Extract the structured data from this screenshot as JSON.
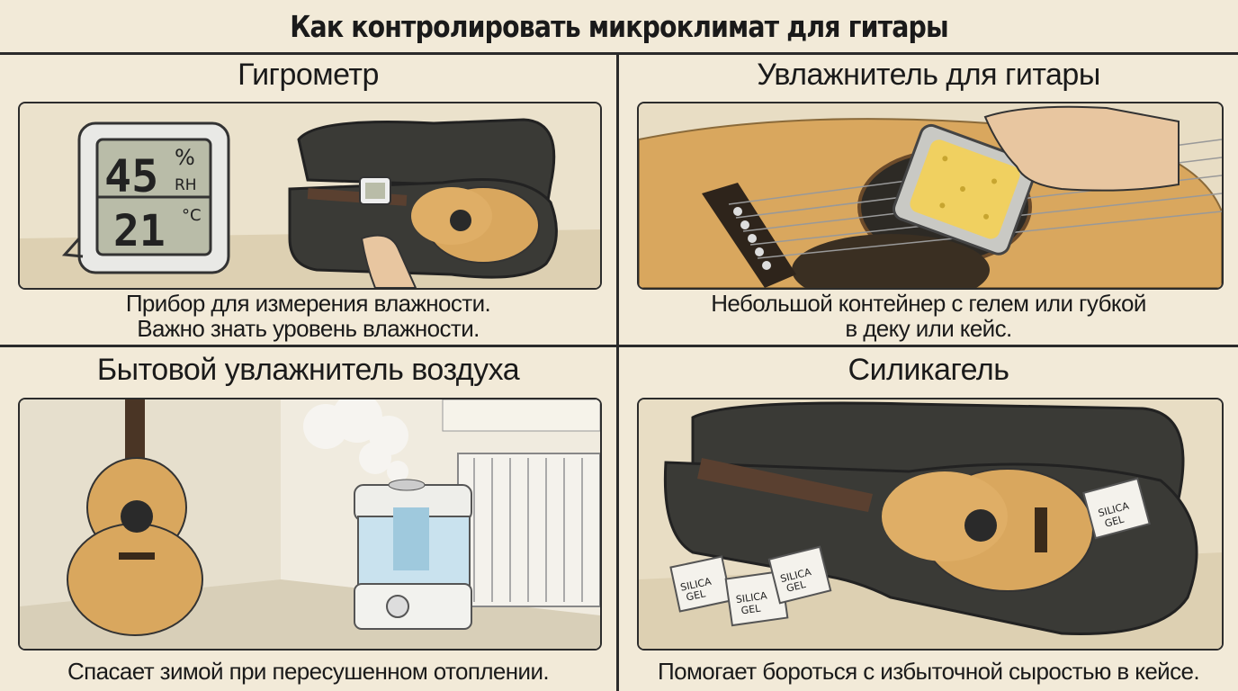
{
  "title": "Как контролировать микроклимат для гитары",
  "panels": {
    "hygrometer": {
      "title": "Гигрометр",
      "display_humidity": "45",
      "display_percent": "%",
      "display_rh": "RH",
      "display_temp": "21",
      "display_deg": "°C",
      "caption_1": "Прибор для измерения влажности.",
      "caption_2": "Важно знать уровень влажности."
    },
    "guitar_humidifier": {
      "title": "Увлажнитель для гитары",
      "caption_1": "Небольшой контейнер с гелем или губкой",
      "caption_2": "в деку или кейс."
    },
    "room_humidifier": {
      "title": "Бытовой увлажнитель воздуха",
      "caption_1": "Спасает зимой при пересушенном отоплении."
    },
    "silica_gel": {
      "title": "Силикагель",
      "packet_line_1": "SILICA",
      "packet_line_2": "GEL",
      "caption_1": "Помогает бороться с избыточной сыростью в кейсе."
    }
  },
  "colors": {
    "background": "#f2ead8",
    "border": "#2b2b2b",
    "guitar_wood": "#d9a75e",
    "case": "#3a3a36"
  }
}
